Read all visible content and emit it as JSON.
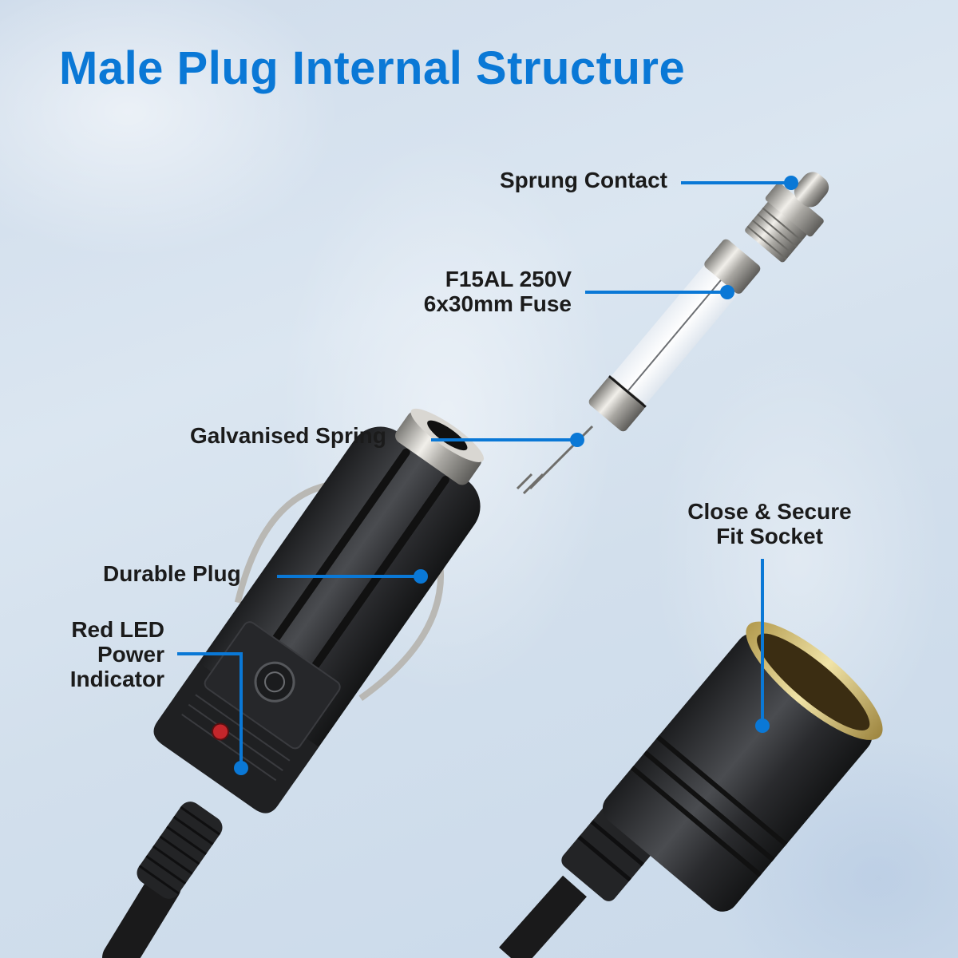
{
  "title": "Male Plug Internal Structure",
  "colors": {
    "accent": "#0a78d6",
    "label_text": "#1b1b1b",
    "plug_body": "#2b2d30",
    "metal": "#c9c6c0",
    "brass_ring": "#d8c98a",
    "led_red": "#c3262b"
  },
  "callouts": [
    {
      "id": "sprung-contact",
      "lines": [
        "Sprung Contact"
      ]
    },
    {
      "id": "fuse",
      "lines": [
        "F15AL 250V",
        "6x30mm Fuse"
      ]
    },
    {
      "id": "galvanised-spring",
      "lines": [
        "Galvanised Spring"
      ]
    },
    {
      "id": "durable-plug",
      "lines": [
        "Durable Plug"
      ]
    },
    {
      "id": "red-led",
      "lines": [
        "Red LED",
        "Power",
        "Indicator"
      ]
    },
    {
      "id": "socket",
      "lines": [
        "Close & Secure",
        "Fit Socket"
      ]
    }
  ],
  "components": {
    "sprung_contact": "sprung-contact-part",
    "fuse": "glass-fuse-part",
    "spring": "spring-part",
    "male_plug": "male-plug-body",
    "female_socket": "female-socket-body"
  }
}
